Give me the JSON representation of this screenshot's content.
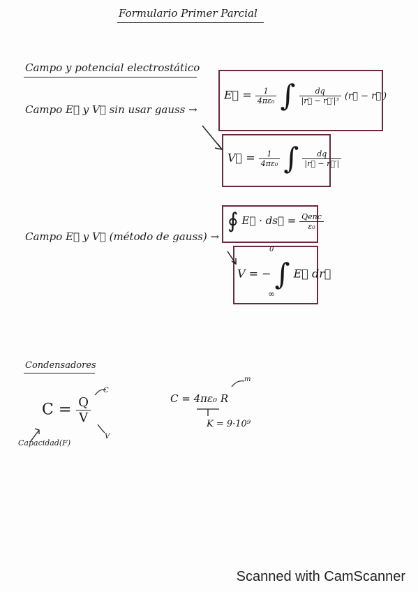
{
  "header": {
    "title": "Formulario Primer Parcial"
  },
  "section_electro": {
    "heading": "Campo y potencial electrostático",
    "label_no_gauss": "Campo E⃗ y V⃗ sin usar gauss →",
    "eq_E": {
      "lhs": "E⃗ =",
      "coef_num": "1",
      "coef_den": "4πε₀",
      "int": "∫",
      "frac_num": "dq",
      "frac_den": "|r⃗ − r⃗′|³",
      "tail": "(r⃗ − r⃗′)"
    },
    "eq_V": {
      "lhs": "V⃗ =",
      "coef_num": "1",
      "coef_den": "4πε₀",
      "int": "∫",
      "frac_num": "dq",
      "frac_den": "|r⃗ − r⃗′|"
    },
    "label_gauss": "Campo E⃗ y V⃗ (método de gauss) →",
    "eq_gauss": {
      "int": "∮",
      "lhs": "E⃗ · ds⃗ =",
      "frac_num": "Qenc",
      "frac_den": "ε₀"
    },
    "eq_V2": {
      "lhs": "V = −",
      "int": "∫",
      "upper": "0",
      "lower": "∞",
      "body": "E⃗ dr⃗"
    }
  },
  "section_cap": {
    "heading": "Condensadores",
    "eq_C": {
      "lhs": "C =",
      "num": "Q",
      "den": "V",
      "ann_c": "C",
      "ann_v": "V"
    },
    "annotation_capacity": "Capacidad(F)",
    "eq_sphere": {
      "text": "C = 4πε₀ R",
      "ann_m": "m"
    },
    "k_value": "K = 9·10⁹"
  },
  "footer": {
    "scanner": "Scanned with CamScanner"
  }
}
